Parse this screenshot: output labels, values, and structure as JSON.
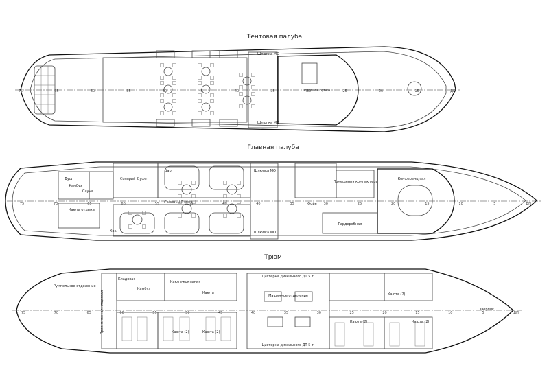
{
  "decks": [
    {
      "title": "Тентовая палуба",
      "labels": [
        "Рулевая рубка",
        "Шлюпка МО",
        "Шлюпка МО"
      ],
      "frames": [
        "75",
        "65",
        "60",
        "55",
        "50",
        "45",
        "40",
        "35",
        "30",
        "25",
        "20",
        "15",
        "ДП"
      ]
    },
    {
      "title": "Главная палуба",
      "labels": [
        "Камбуз",
        "Салон - 40 мест",
        "Бар",
        "Буфет",
        "Душ",
        "Солярий",
        "Сауна",
        "Каюта отдыха",
        "Фойе",
        "Помещения компьютера",
        "Конференц-зал",
        "Гардеробная",
        "Хоз.",
        "Шлюпка МО",
        "Шлюпка МО"
      ],
      "frames": [
        "75",
        "70",
        "65",
        "60",
        "55",
        "50",
        "45",
        "40",
        "35",
        "30",
        "25",
        "20",
        "15",
        "10",
        "5",
        "ДП"
      ]
    },
    {
      "title": "Трюм",
      "labels": [
        "Румпельное отделение",
        "Провизионная кладовая",
        "Камбуз",
        "Кладовая",
        "Каюта-компания",
        "Каюта",
        "Каюта (2)",
        "Каюта (2)",
        "Каюта (2)",
        "Каюта (2)",
        "Каюта (2)",
        "Машинное отделение",
        "Цистерна дизельного ДТ 5 т.",
        "Цистерна дизельного ДТ 5 т.",
        "Форпик"
      ],
      "frames": [
        "75",
        "70",
        "65",
        "60",
        "55",
        "50",
        "45",
        "40",
        "35",
        "30",
        "25",
        "20",
        "15",
        "10",
        "5",
        "ДП"
      ]
    }
  ]
}
